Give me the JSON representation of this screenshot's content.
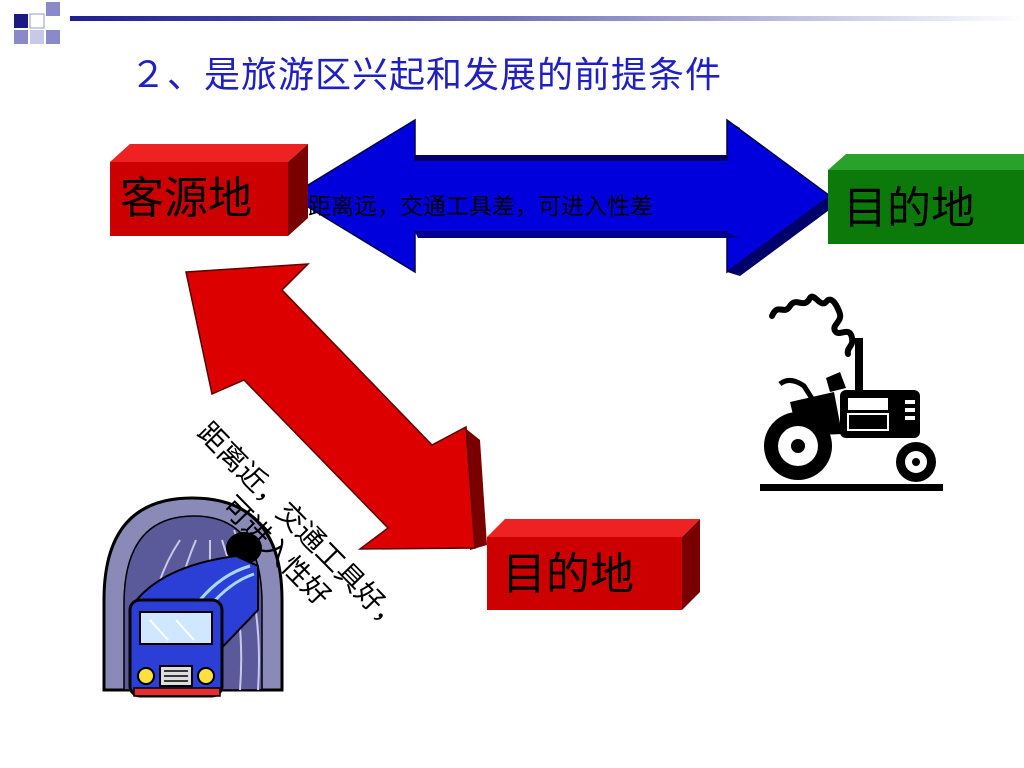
{
  "title": "２、是旅游区兴起和发展的前提条件",
  "boxes": {
    "origin": "客源地",
    "destination_far": "目的地",
    "destination_near": "目的地"
  },
  "arrows": {
    "far_text": "距离远，交通工具差，可进入性差",
    "near_line1": "距离近，交通工具好，",
    "near_line2": "可进入性好"
  },
  "colors": {
    "box_red": "#cc0000",
    "box_red_side": "#7a0000",
    "box_green": "#0b7a0b",
    "arrow_blue": "#0000dd",
    "arrow_red": "#dd0000",
    "title_blue": "#2020c0"
  },
  "icons": [
    "tractor-icon",
    "train-tunnel-icon"
  ]
}
